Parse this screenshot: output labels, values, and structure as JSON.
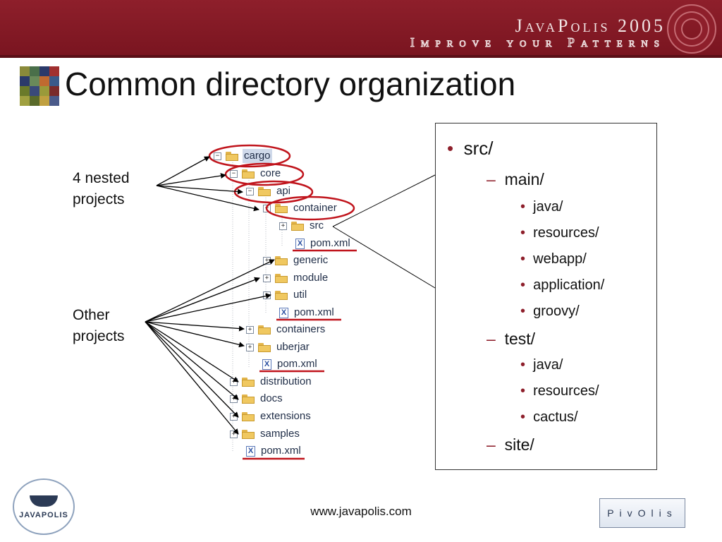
{
  "banner": {
    "title": "JavaPolis 2005",
    "subtitle": "Improve your Patterns"
  },
  "slide": {
    "title": "Common directory organization"
  },
  "labels": {
    "nested": "4 nested projects",
    "other": "Other projects"
  },
  "tree": [
    {
      "label": "cargo",
      "toggle": "−",
      "type": "folder-open"
    },
    {
      "label": "core",
      "toggle": "−",
      "type": "folder-open"
    },
    {
      "label": "api",
      "toggle": "−",
      "type": "folder-open"
    },
    {
      "label": "container",
      "toggle": "−",
      "type": "folder-open"
    },
    {
      "label": "src",
      "toggle": "+",
      "type": "folder"
    },
    {
      "label": "pom.xml",
      "toggle": "",
      "type": "xml"
    },
    {
      "label": "generic",
      "toggle": "+",
      "type": "folder"
    },
    {
      "label": "module",
      "toggle": "+",
      "type": "folder"
    },
    {
      "label": "util",
      "toggle": "+",
      "type": "folder"
    },
    {
      "label": "pom.xml",
      "toggle": "",
      "type": "xml"
    },
    {
      "label": "containers",
      "toggle": "+",
      "type": "folder"
    },
    {
      "label": "uberjar",
      "toggle": "+",
      "type": "folder"
    },
    {
      "label": "pom.xml",
      "toggle": "",
      "type": "xml"
    },
    {
      "label": "distribution",
      "toggle": "+",
      "type": "folder"
    },
    {
      "label": "docs",
      "toggle": "+",
      "type": "folder"
    },
    {
      "label": "extensions",
      "toggle": "+",
      "type": "folder"
    },
    {
      "label": "samples",
      "toggle": "+",
      "type": "folder"
    },
    {
      "label": "pom.xml",
      "toggle": "",
      "type": "xml"
    }
  ],
  "outline": {
    "src": "src/",
    "main": "main/",
    "main_items": [
      "java/",
      "resources/",
      "webapp/",
      "application/",
      "groovy/"
    ],
    "test": "test/",
    "test_items": [
      "java/",
      "resources/",
      "cactus/"
    ],
    "site": "site/",
    "bullet": "•",
    "dash": "–"
  },
  "footer": {
    "url": "www.javapolis.com",
    "left_logo": "JAVAPOLIS",
    "right_logo": "PivOlis"
  },
  "colors": {
    "banner": "#8e1f2b",
    "highlight": "#c0141c",
    "tree_text": "#1f2d47"
  }
}
